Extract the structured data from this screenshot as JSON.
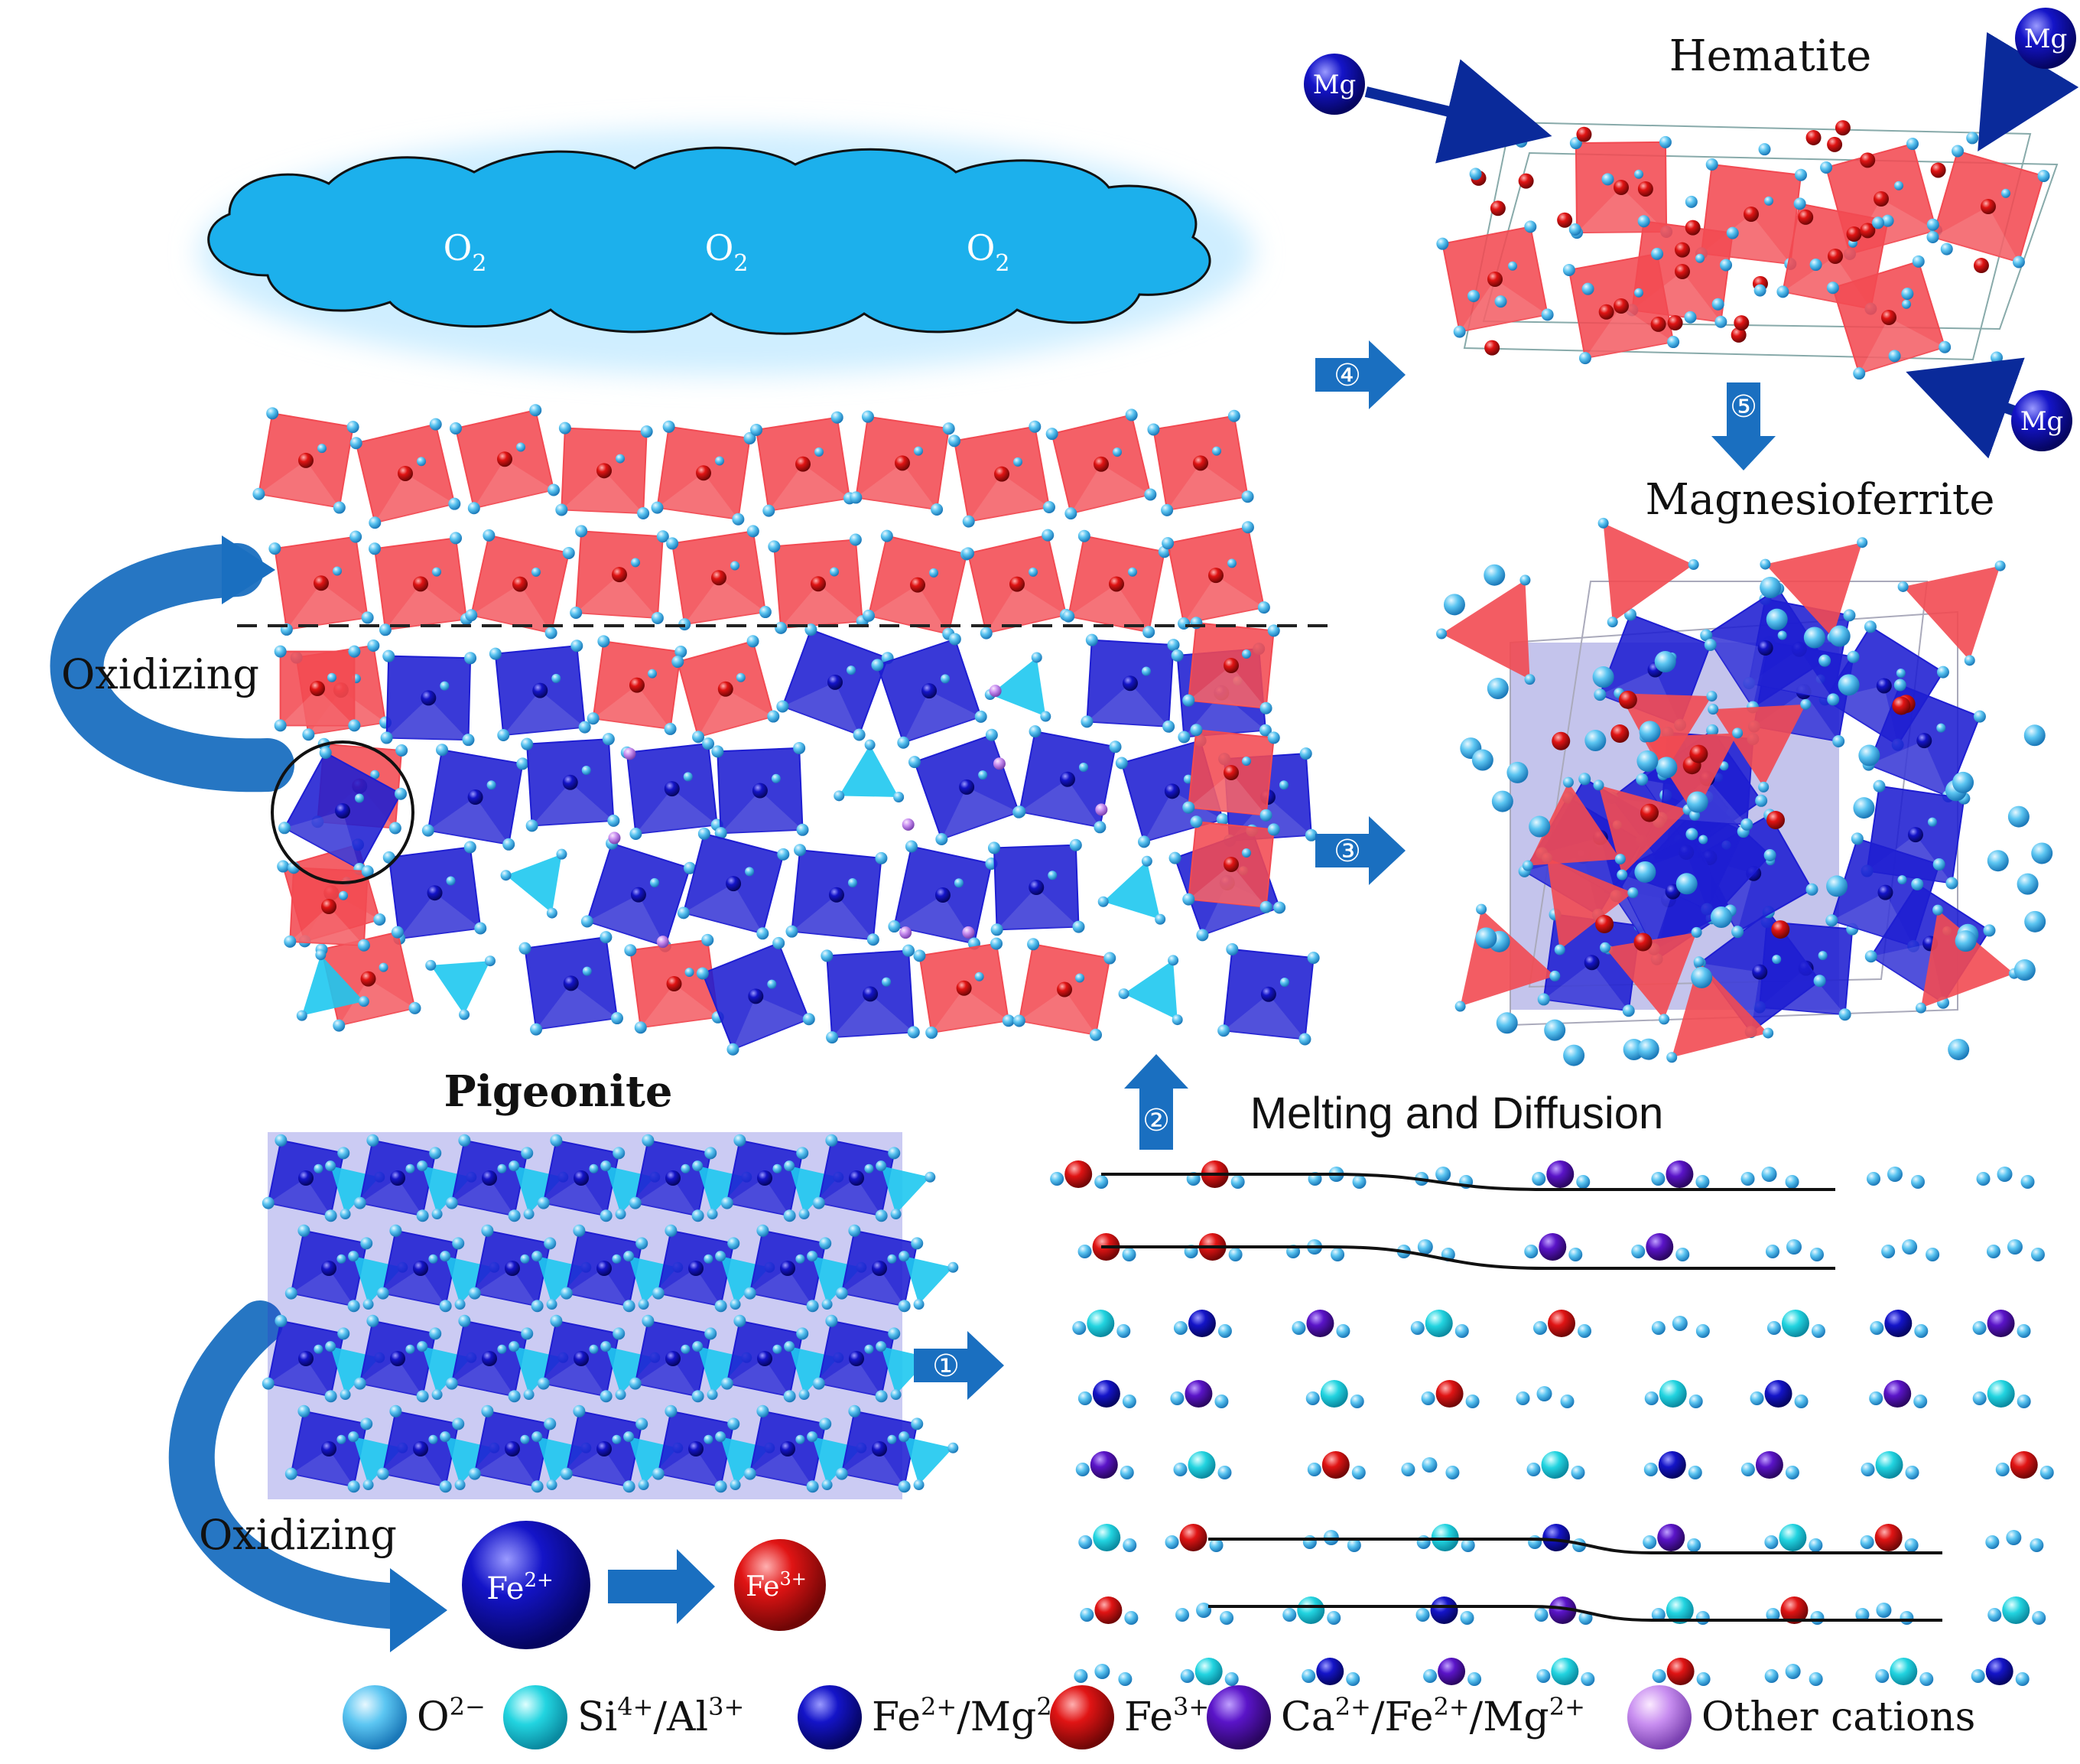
{
  "cloud": {
    "label": "O",
    "sub": "2",
    "count": 3
  },
  "titles": {
    "hematite": "Hematite",
    "magnesioferrite": "Magnesioferrite",
    "pigeonite": "Pigeonite",
    "melting": "Melting and Diffusion"
  },
  "labels": {
    "oxidizing_top": "Oxidizing",
    "oxidizing_bottom": "Oxidizing",
    "mg": "Mg"
  },
  "steps": [
    "①",
    "②",
    "③",
    "④",
    "⑤"
  ],
  "ions": {
    "fe2_base": "Fe",
    "fe2_sup": "2+",
    "fe3_base": "Fe",
    "fe3_sup": "3+"
  },
  "legend": [
    {
      "base": "O",
      "sup": "2−",
      "rest": "",
      "rest_sup": "",
      "color": "#5cc6f2"
    },
    {
      "base": "Si",
      "sup": "4+",
      "rest": "/Al",
      "rest_sup": "3+",
      "color": "#22d4e0"
    },
    {
      "base": "Fe",
      "sup": "2+",
      "rest": "/Mg",
      "rest_sup": "2+",
      "color": "#1414c8"
    },
    {
      "base": "Fe",
      "sup": "3+",
      "rest": "",
      "rest_sup": "",
      "color": "#e01414"
    },
    {
      "base": "Ca",
      "sup": "2+",
      "rest": "/Fe",
      "rest_sup": "2+",
      "rest2": "/Mg",
      "rest2_sup": "2+",
      "color": "#5a14c8"
    },
    {
      "base": "Other cations",
      "sup": "",
      "rest": "",
      "rest_sup": "",
      "color": "#c88ef0"
    }
  ],
  "colors": {
    "oxygen": "#5cc6f2",
    "silicon": "#22d4e0",
    "fe2": "#1414c8",
    "fe3": "#e01414",
    "ca": "#5a14c8",
    "other": "#c88ef0",
    "red_poly": "#f24a52",
    "blue_poly": "#1e1ed2",
    "cyan_poly": "#1ec8f0",
    "arrow": "#1a6fc0",
    "cloud": "#1cb0ec"
  }
}
